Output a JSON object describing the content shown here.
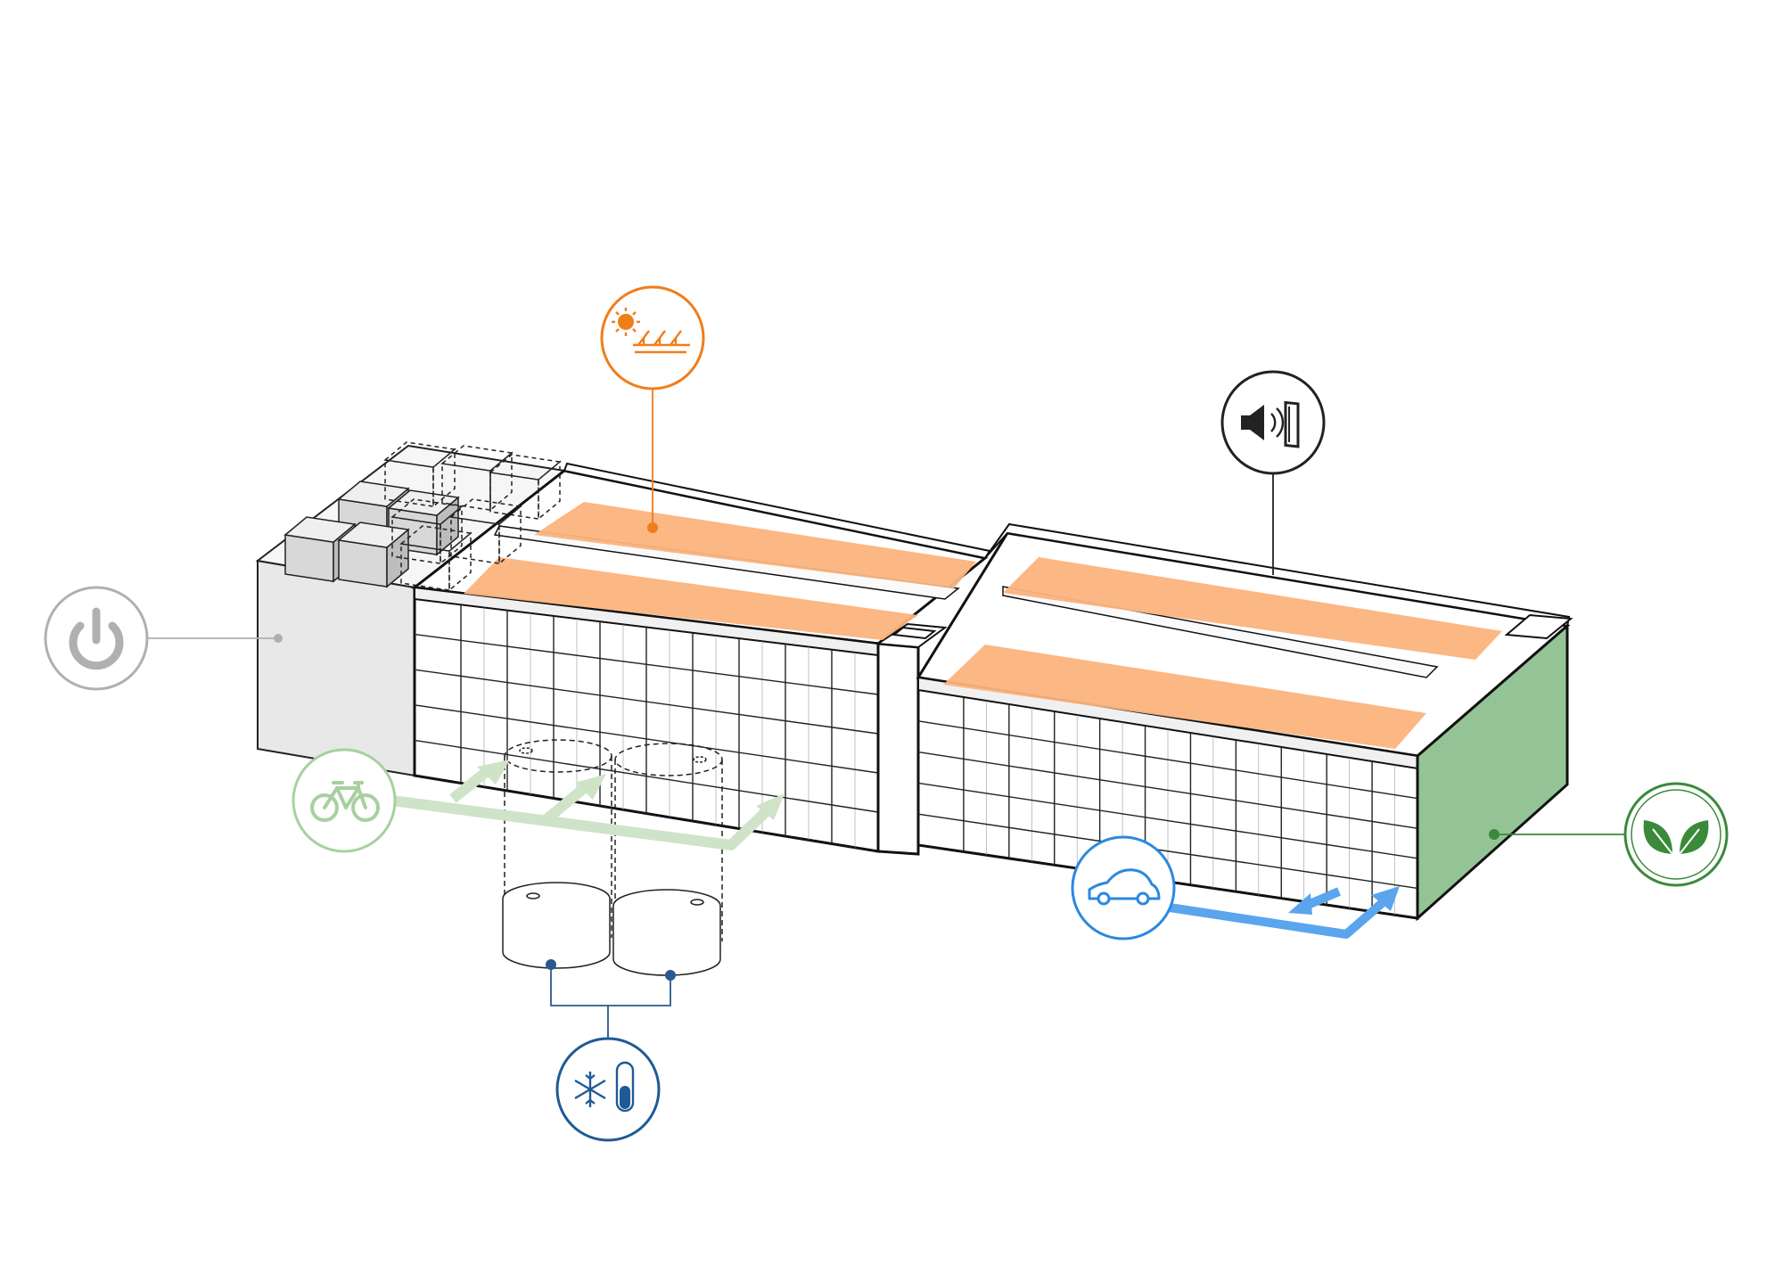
{
  "diagram": {
    "subject": "building",
    "features": [
      {
        "id": "energy",
        "icon": "power-icon",
        "color": "#b0b0b0"
      },
      {
        "id": "solar",
        "icon": "solar-panel-icon",
        "color": "#f07d1a"
      },
      {
        "id": "acoustic",
        "icon": "acoustic-speaker-icon",
        "color": "#222222"
      },
      {
        "id": "cycling",
        "icon": "bicycle-icon",
        "color": "#a8d0a0"
      },
      {
        "id": "thermal_storage",
        "icon": "snowflake-thermometer-icon",
        "color": "#1f5a96"
      },
      {
        "id": "ev_parking",
        "icon": "car-icon",
        "color": "#2b88e0"
      },
      {
        "id": "green_wall",
        "icon": "leaf-icon",
        "color": "#3a8a3a"
      }
    ],
    "colors": {
      "solar_zone": "#fbb47e",
      "green_facade": "#94c496",
      "tank_line": "#2a5a8c",
      "bike_path": "#cfe3c8",
      "car_path": "#5aa5ee",
      "building_line": "#111111",
      "service_block": "#e8e8e8"
    }
  }
}
